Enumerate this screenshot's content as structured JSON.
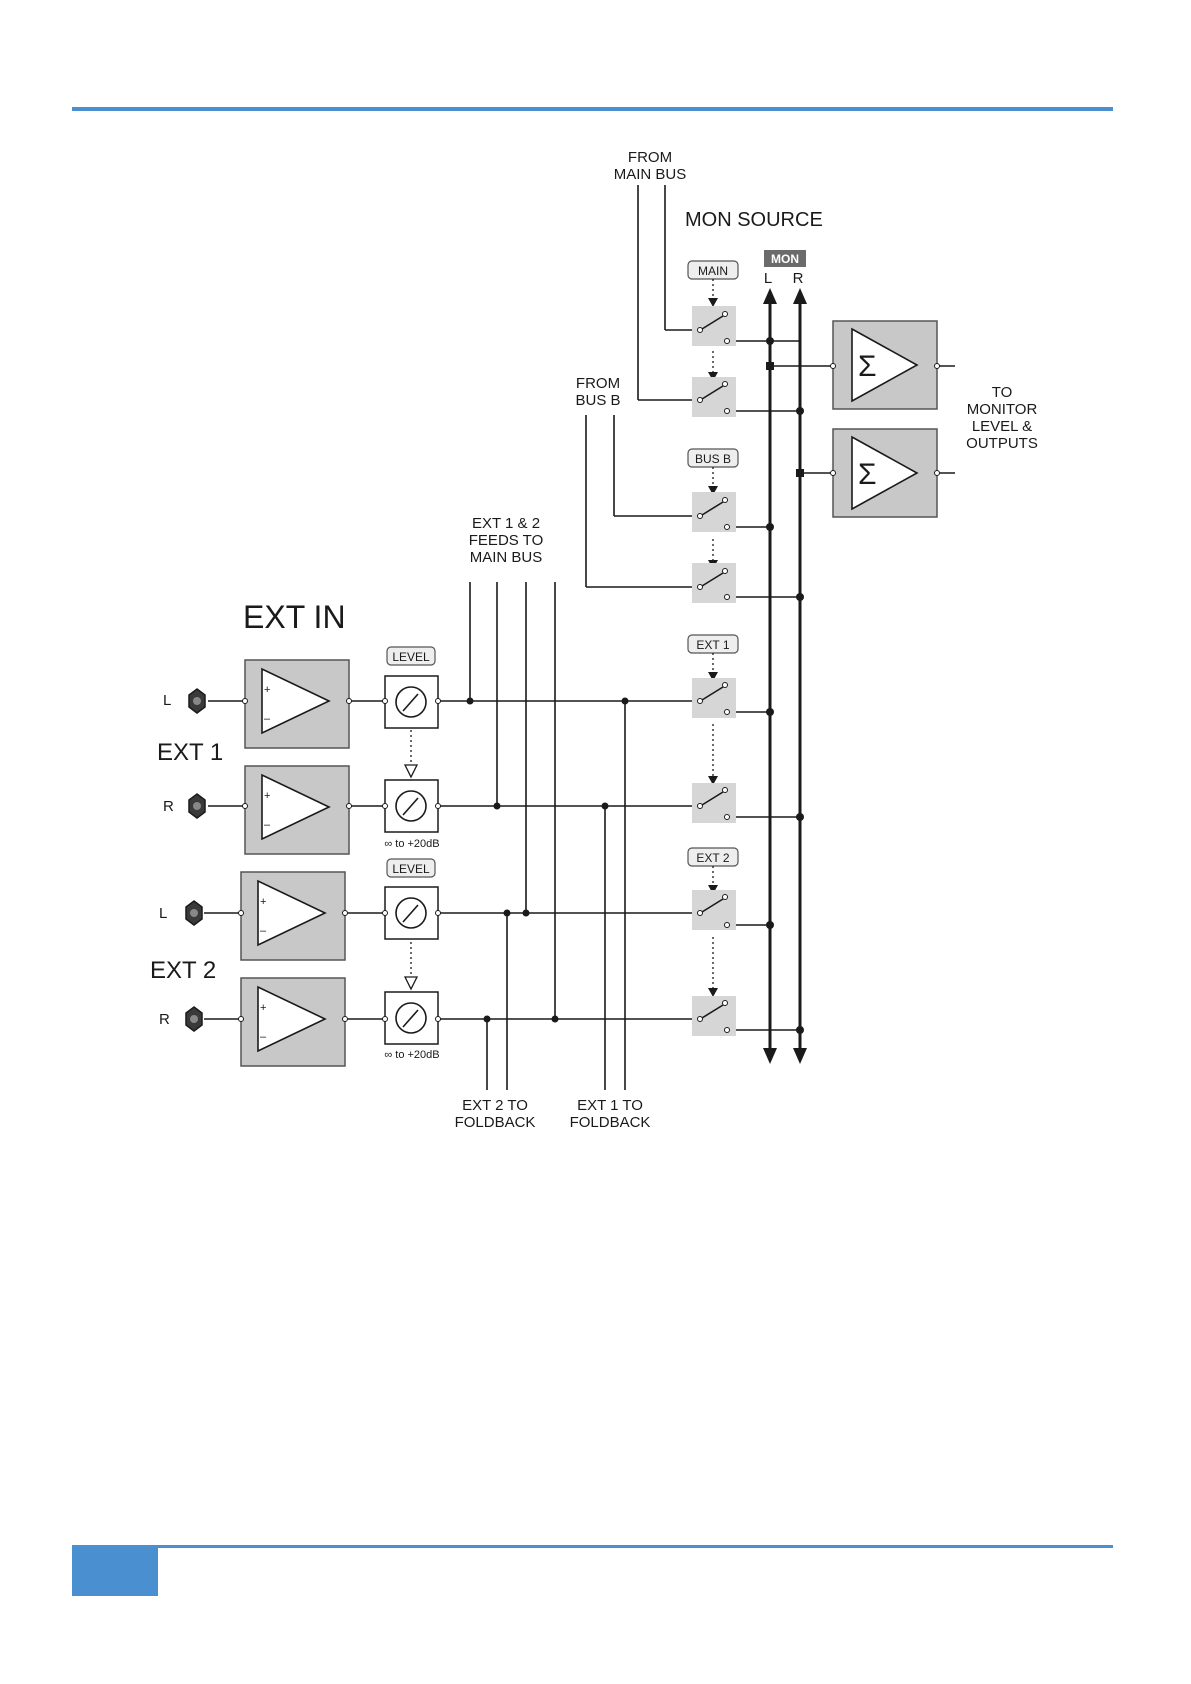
{
  "colors": {
    "accent": "#4a90d0",
    "block_fill": "#c8c8c8",
    "switch_fill": "#d6d6d6",
    "mon_tag": "#6b6b6b"
  },
  "diagram": {
    "title_ext_in": "EXT IN",
    "ext1_label": "EXT 1",
    "ext2_label": "EXT 2",
    "input_l": "L",
    "input_r": "R",
    "level_tag": "LEVEL",
    "level_range": "∞ to +20dB",
    "from_main_bus": [
      "FROM",
      "MAIN BUS"
    ],
    "from_bus_b": [
      "FROM",
      "BUS B"
    ],
    "mon_source": "MON SOURCE",
    "mon_tag": "MON",
    "bus_l": "L",
    "bus_r": "R",
    "tag_main": "MAIN",
    "tag_bus_b": "BUS B",
    "tag_ext1": "EXT 1",
    "tag_ext2": "EXT 2",
    "feeds_main_bus": [
      "EXT 1 & 2",
      "FEEDS TO",
      "MAIN BUS"
    ],
    "to_monitor": [
      "TO",
      "MONITOR",
      "LEVEL &",
      "OUTPUTS"
    ],
    "ext2_foldback": [
      "EXT 2 TO",
      "FOLDBACK"
    ],
    "ext1_foldback": [
      "EXT 1 TO",
      "FOLDBACK"
    ],
    "sum_symbol": "Σ"
  }
}
